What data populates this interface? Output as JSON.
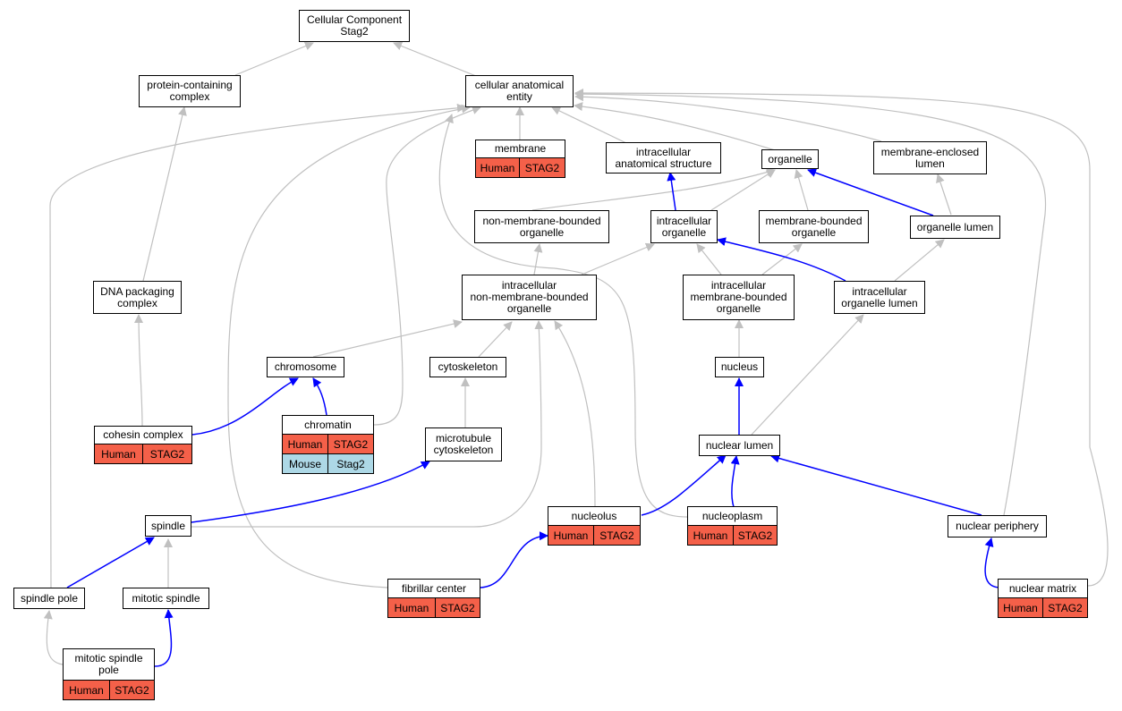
{
  "colors": {
    "human": "#f46049",
    "mouse": "#add8e6",
    "edge_isa": "#c0c0c0",
    "edge_partof": "#0000ff"
  },
  "nodes": {
    "root": {
      "label": "Cellular Component\nStag2"
    },
    "protein_complex": {
      "label": "protein-containing\ncomplex"
    },
    "cae": {
      "label": "cellular anatomical\nentity"
    },
    "membrane": {
      "label": "membrane",
      "rows": [
        [
          "Human",
          "STAG2"
        ]
      ]
    },
    "ias": {
      "label": "intracellular\nanatomical structure"
    },
    "organelle": {
      "label": "organelle"
    },
    "mel": {
      "label": "membrane-enclosed\nlumen"
    },
    "nmbo": {
      "label": "non-membrane-bounded\norganelle"
    },
    "io": {
      "label": "intracellular\norganelle"
    },
    "mbo": {
      "label": "membrane-bounded\norganelle"
    },
    "ol": {
      "label": "organelle lumen"
    },
    "dna_pack": {
      "label": "DNA packaging\ncomplex"
    },
    "inmbo": {
      "label": "intracellular\nnon-membrane-bounded\norganelle"
    },
    "imbo": {
      "label": "intracellular\nmembrane-bounded\norganelle"
    },
    "iol": {
      "label": "intracellular\norganelle lumen"
    },
    "chromosome": {
      "label": "chromosome"
    },
    "cytoskeleton": {
      "label": "cytoskeleton"
    },
    "nucleus": {
      "label": "nucleus"
    },
    "cohesin": {
      "label": "cohesin complex",
      "rows": [
        [
          "Human",
          "STAG2"
        ]
      ]
    },
    "chromatin": {
      "label": "chromatin",
      "rows": [
        [
          "Human",
          "STAG2"
        ],
        [
          "Mouse",
          "Stag2"
        ]
      ]
    },
    "mtc": {
      "label": "microtubule\ncytoskeleton"
    },
    "nuclear_lumen": {
      "label": "nuclear lumen"
    },
    "nucleolus": {
      "label": "nucleolus",
      "rows": [
        [
          "Human",
          "STAG2"
        ]
      ]
    },
    "nucleoplasm": {
      "label": "nucleoplasm",
      "rows": [
        [
          "Human",
          "STAG2"
        ]
      ]
    },
    "nuc_periphery": {
      "label": "nuclear periphery"
    },
    "spindle": {
      "label": "spindle"
    },
    "spindle_pole": {
      "label": "spindle pole"
    },
    "mitotic_spindle": {
      "label": "mitotic spindle"
    },
    "fibrillar": {
      "label": "fibrillar center",
      "rows": [
        [
          "Human",
          "STAG2"
        ]
      ]
    },
    "nuc_matrix": {
      "label": "nuclear matrix",
      "rows": [
        [
          "Human",
          "STAG2"
        ]
      ]
    },
    "msp": {
      "label": "mitotic spindle\npole",
      "rows": [
        [
          "Human",
          "STAG2"
        ]
      ]
    }
  }
}
